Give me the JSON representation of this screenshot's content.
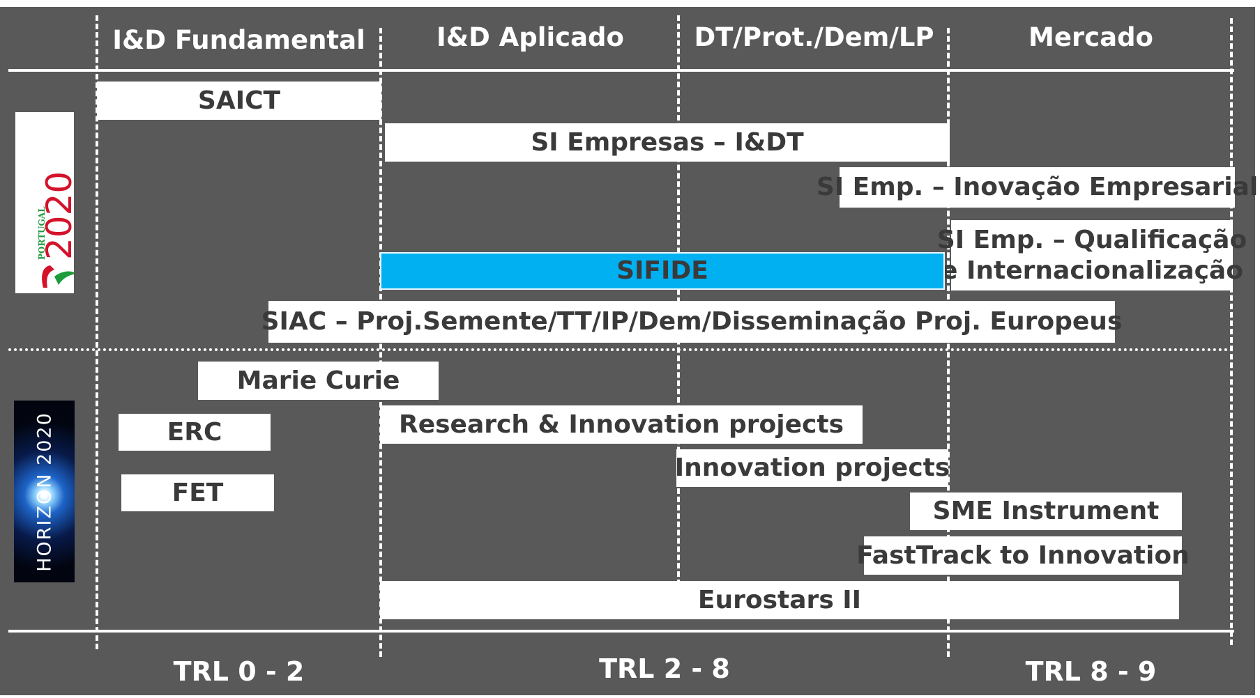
{
  "columns": [
    {
      "label": "I&D Fundamental"
    },
    {
      "label": "I&D Aplicado"
    },
    {
      "label": "DT/Prot./Dem/LP"
    },
    {
      "label": "Mercado"
    }
  ],
  "trl": [
    {
      "label": "TRL 0 - 2"
    },
    {
      "label": "TRL 2 - 8"
    },
    {
      "label": "TRL 8 - 9"
    }
  ],
  "logos": {
    "portugal2020": {
      "small_text": "PORTUGAL",
      "big_text": "2020"
    },
    "horizon2020": {
      "text": "HORIZON 2020"
    }
  },
  "programs": {
    "portugal2020": [
      {
        "label": "SAICT"
      },
      {
        "label": "SI Empresas – I&DT"
      },
      {
        "label": "SI Emp. – Inovação Empresarial"
      },
      {
        "line1": "SI Emp. – Qualificação",
        "line2": "e Internacionalização"
      },
      {
        "label": "SIFIDE"
      },
      {
        "label": "SIAC – Proj.Semente/TT/IP/Dem/Disseminação Proj. Europeus"
      }
    ],
    "horizon2020": [
      {
        "label": "Marie Curie"
      },
      {
        "label": "ERC"
      },
      {
        "label": "FET"
      },
      {
        "label": "Research & Innovation projects"
      },
      {
        "label": "Innovation projects"
      },
      {
        "label": "SME Instrument"
      },
      {
        "label": "FastTrack to Innovation"
      },
      {
        "label": "Eurostars II"
      }
    ]
  },
  "colors": {
    "background": "#595959",
    "bar": "#ffffff",
    "highlight": "#00b0f0",
    "text": "#3a3a3a"
  }
}
